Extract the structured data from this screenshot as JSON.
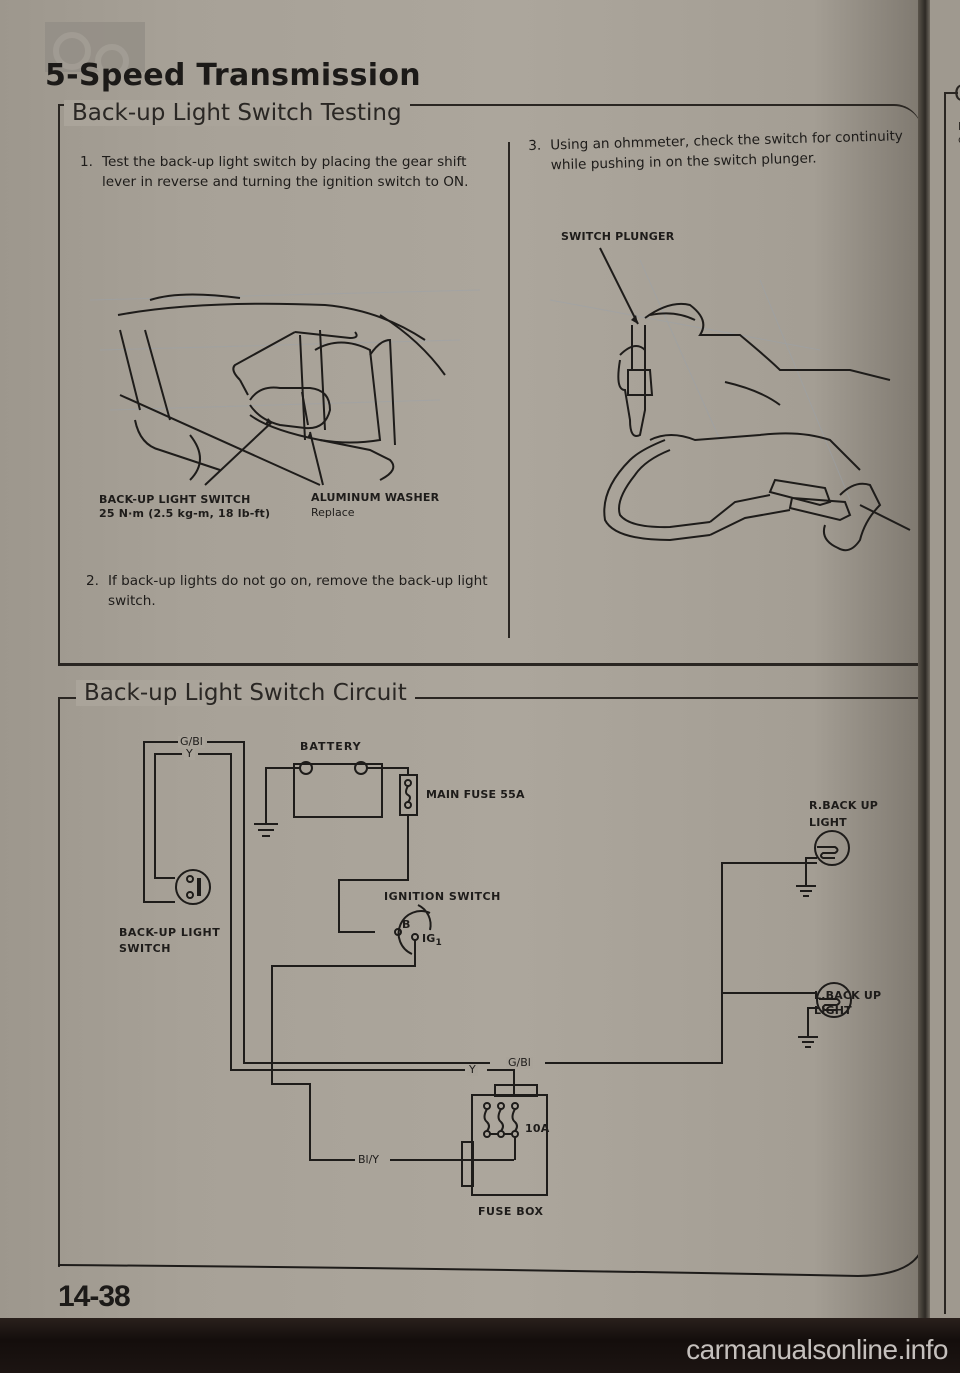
{
  "header": {
    "logo_icon": "transmission-gears-icon",
    "title": "5-Speed Transmission"
  },
  "testing_section": {
    "title": "Back-up Light Switch Testing",
    "steps": [
      {
        "number": "1.",
        "text": "Test the back-up light switch by placing the gear shift lever in reverse and turning the ignition switch to ON."
      },
      {
        "number": "2.",
        "text": "If back-up lights do not go on, remove the back-up light switch."
      },
      {
        "number": "3.",
        "text": "Using an ohmmeter, check the switch for continuity while pushing in on the switch plunger."
      }
    ],
    "figure1": {
      "illustration_icon": "transmission-switch-illustration",
      "switch_label": "BACK-UP LIGHT SWITCH",
      "switch_torque": "25 N·m (2.5 kg-m, 18 lb-ft)",
      "washer_label": "ALUMINUM WASHER",
      "washer_note": "Replace"
    },
    "figure2": {
      "illustration_icon": "ohmmeter-hands-illustration",
      "plunger_label": "SWITCH PLUNGER"
    }
  },
  "circuit_section": {
    "title": "Back-up Light Switch Circuit",
    "components": {
      "battery": "BATTERY",
      "main_fuse": "MAIN FUSE 55A",
      "ignition_switch": "IGNITION SWITCH",
      "ign_terminal_b": "B",
      "ign_terminal_ig": "IG",
      "ign_terminal_ig_sub": "1",
      "backup_switch_line1": "BACK-UP LIGHT",
      "backup_switch_line2": "SWITCH",
      "r_light_line1": "R.BACK UP",
      "r_light_line2": "LIGHT",
      "l_light_line1": "L.BACK UP",
      "l_light_line2": "LIGHT",
      "fuse_rating": "10A",
      "fuse_box": "FUSE BOX"
    },
    "wires": {
      "top_gbl": "G/Bl",
      "top_y": "Y",
      "main_gbl": "G/Bl",
      "main_y": "Y",
      "bly": "Bl/Y"
    }
  },
  "footer": {
    "page_number": "14-38",
    "watermark": "carmanualsonline.info"
  },
  "next_page": {
    "heading_fragment": "G",
    "line1_fragment": "N",
    "line2_fragment": "d"
  }
}
